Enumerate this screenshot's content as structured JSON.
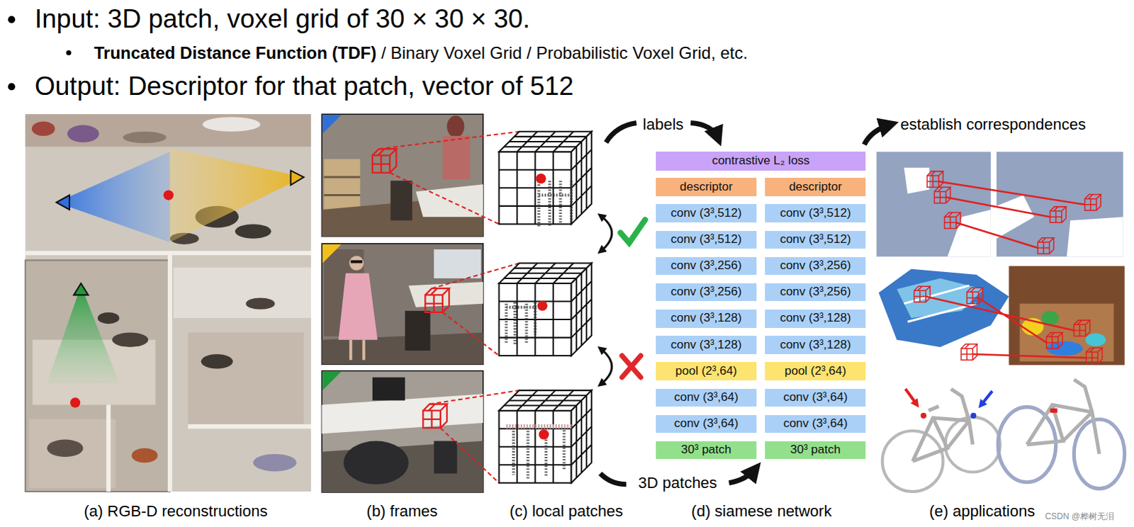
{
  "diagram": {
    "nodes": [
      {
        "text": [
          "contrastive L₂ loss"
        ]
      },
      {
        "text": [
          "descriptor"
        ]
      },
      {
        "text": [
          "descriptor"
        ]
      },
      {
        "text": [
          "conv (3³,512)"
        ]
      },
      {
        "text": [
          "conv (3³,512)"
        ]
      },
      {
        "text": [
          "conv (3³,512)"
        ]
      },
      {
        "text": [
          "conv (3³,512)"
        ]
      },
      {
        "text": [
          "conv (3³,256)"
        ]
      },
      {
        "text": [
          "conv (3³,256)"
        ]
      },
      {
        "text": [
          "conv (3³,256)"
        ]
      },
      {
        "text": [
          "conv (3³,256)"
        ]
      },
      {
        "text": [
          "conv (3³,128)"
        ]
      },
      {
        "text": [
          "conv (3³,128)"
        ]
      },
      {
        "text": [
          "conv (3³,128)"
        ]
      },
      {
        "text": [
          "conv (3³,128)"
        ]
      },
      {
        "text": [
          "pool (2³,64)"
        ]
      },
      {
        "text": [
          "pool (2³,64)"
        ]
      },
      {
        "text": [
          "conv (3³,64)"
        ]
      },
      {
        "text": [
          "conv (3³,64)"
        ]
      },
      {
        "text": [
          "conv (3³,64)"
        ]
      },
      {
        "text": [
          "conv (3³,64)"
        ]
      },
      {
        "text": [
          "30³ patch"
        ]
      },
      {
        "text": [
          "30³ patch"
        ]
      }
    ],
    "labels": [
      "Input: 3D patch, voxel grid of 30 × 30 × 30.",
      "Truncated Distance Function (TDF)",
      "/ Binary Voxel Grid / Probabilistic Voxel Grid, etc.",
      "Output: Descriptor for that patch, vector of 512",
      "labels",
      "3D patches",
      "establish correspondences",
      "(a) RGB-D reconstructions",
      "(b) frames",
      "(c) local patches",
      "(d) siamese network",
      "(e) applications",
      "CSDN @桦树无泪"
    ]
  }
}
